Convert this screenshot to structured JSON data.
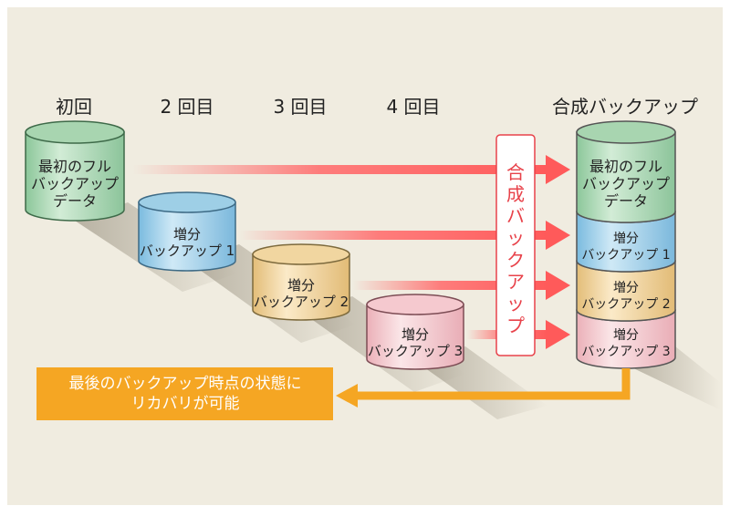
{
  "columns": [
    {
      "label": "初回"
    },
    {
      "label": "2 回目"
    },
    {
      "label": "3 回目"
    },
    {
      "label": "4 回目"
    },
    {
      "label": "合成バックアップ"
    }
  ],
  "cylinders": {
    "full": {
      "line1": "最初のフル",
      "line2": "バックアップ",
      "line3": "データ",
      "color": "#a8d5b0"
    },
    "inc1": {
      "line1": "増分",
      "line2": "バックアップ 1",
      "color": "#9ecfe6"
    },
    "inc2": {
      "line1": "増分",
      "line2": "バックアップ 2",
      "color": "#f1d6a0"
    },
    "inc3": {
      "line1": "増分",
      "line2": "バックアップ 3",
      "color": "#f5c9cf"
    }
  },
  "synth_label": {
    "chars": [
      "合",
      "成",
      "バ",
      "ッ",
      "ク",
      "ア",
      "ッ",
      "プ"
    ],
    "color": "#e8424a"
  },
  "restore_note": {
    "line1": "最後のバックアップ時点の状態に",
    "line2": "リカバリが可能",
    "color": "#f5a623"
  },
  "colors": {
    "background": "#f0ece0",
    "arrow": "#ff6464",
    "restore_arrow": "#f5a623"
  }
}
